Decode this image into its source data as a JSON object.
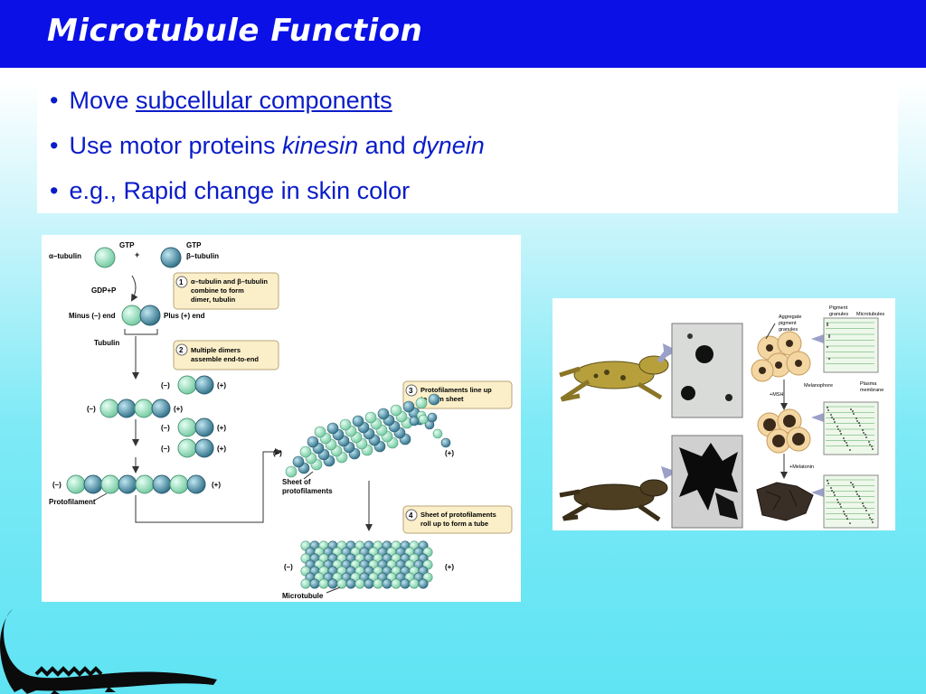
{
  "slide": {
    "title": "Microtubule Function",
    "bullets": [
      {
        "prefix": "Move ",
        "underlined": "subcellular components"
      },
      {
        "prefix": "Use motor proteins ",
        "italic1": "kinesin",
        "middle": " and ",
        "italic2": "dynein"
      },
      {
        "text": "e.g., Rapid change in skin color"
      }
    ],
    "bullet_glyph": "•"
  },
  "microtubule_diagram": {
    "gtp_left": "GTP",
    "gtp_right": "GTP",
    "alpha_tubulin": "α–tubulin",
    "beta_tubulin": "β–tubulin",
    "plus_sign": "+",
    "gdp_p": "GDP+P",
    "minus_end": "Minus (–) end",
    "plus_end": "Plus (+) end",
    "tubulin": "Tubulin",
    "protofilament": "Protofilament",
    "sheet_label_1": "Sheet of",
    "sheet_label_2": "protofilaments",
    "microtubule": "Microtubule",
    "minus": "(–)",
    "plus": "(+)",
    "steps": [
      {
        "num": "1",
        "lines": [
          "α–tubulin and β–tubulin",
          "combine to form",
          "dimer, tubulin"
        ]
      },
      {
        "num": "2",
        "lines": [
          "Multiple dimers",
          "assemble end-to-end"
        ]
      },
      {
        "num": "3",
        "lines": [
          "Protofilaments line up",
          "to form sheet"
        ]
      },
      {
        "num": "4",
        "lines": [
          "Sheet of protofilaments",
          "roll up to form a tube"
        ]
      }
    ]
  },
  "melanophore_diagram": {
    "aggregate_1": "Aggregate",
    "aggregate_2": "pigment",
    "aggregate_3": "granules",
    "pigment_1": "Pigment",
    "pigment_2": "granules",
    "microtubules": "Microtubules",
    "melanophore": "Melanophore",
    "plasma_1": "Plasma",
    "plasma_2": "membrane",
    "msh": "+MSH",
    "melatonin": "+Melatonin"
  },
  "colors": {
    "title_bar": "#0a10e6",
    "bullet_text": "#0a1cc8",
    "alpha_tubulin": "#8fd8b4",
    "beta_tubulin": "#3a7f96",
    "step_box": "#fbefc9"
  }
}
